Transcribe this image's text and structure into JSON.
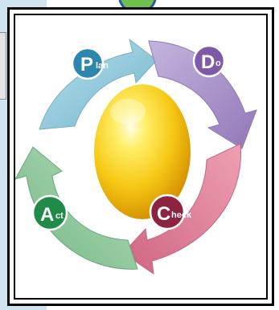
{
  "diagram": {
    "stages": [
      {
        "big_letter": "P",
        "small_text": "lan",
        "arrow_color": "#86c4d8",
        "badge_color": "#2d86b0"
      },
      {
        "big_letter": "D",
        "small_text": "o",
        "arrow_color": "#a996c8",
        "badge_color": "#7f5aa8"
      },
      {
        "big_letter": "C",
        "small_text": "heck",
        "arrow_color": "#e07f97",
        "badge_color": "#8e2340"
      },
      {
        "big_letter": "A",
        "small_text": "ct",
        "arrow_color": "#8fc89c",
        "badge_color": "#208a49"
      }
    ],
    "center_color": "#f7cf1a"
  }
}
